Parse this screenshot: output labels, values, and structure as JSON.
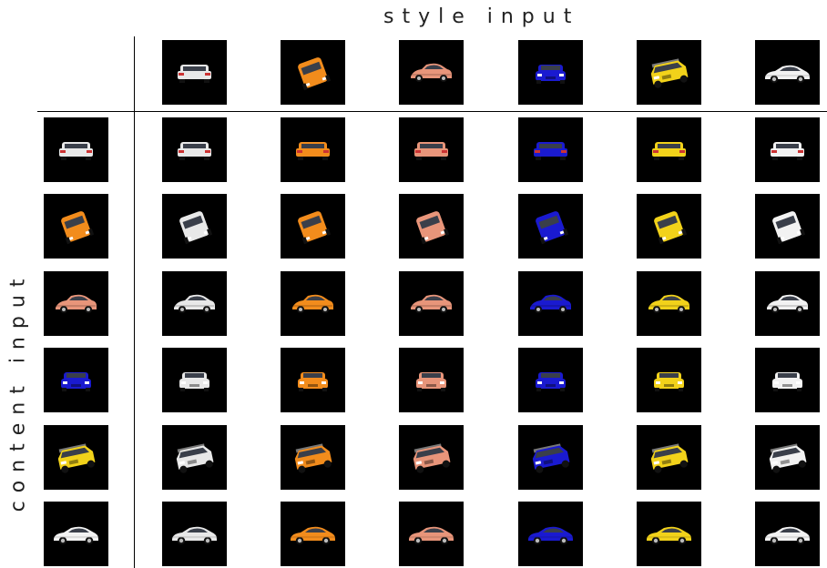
{
  "labels": {
    "style_axis": "style input",
    "content_axis": "content input"
  },
  "style_inputs": [
    {
      "model": "sedan-rear",
      "color": "#e8e8e8"
    },
    {
      "model": "hatch-front",
      "color": "#f28c1c"
    },
    {
      "model": "coupe-side",
      "color": "#e8957a"
    },
    {
      "model": "compact-front",
      "color": "#1a1ad0"
    },
    {
      "model": "wagon-3q",
      "color": "#f2d21a"
    },
    {
      "model": "sports-side",
      "color": "#f2f2f2"
    }
  ],
  "content_inputs": [
    {
      "model": "sedan-rear",
      "color": "#e8e8e8"
    },
    {
      "model": "hatch-front",
      "color": "#f28c1c"
    },
    {
      "model": "coupe-side",
      "color": "#e8957a"
    },
    {
      "model": "compact-front",
      "color": "#1a1ad0"
    },
    {
      "model": "wagon-3q",
      "color": "#f2d21a"
    },
    {
      "model": "sports-side",
      "color": "#f2f2f2"
    }
  ],
  "tile_background": "#000000"
}
